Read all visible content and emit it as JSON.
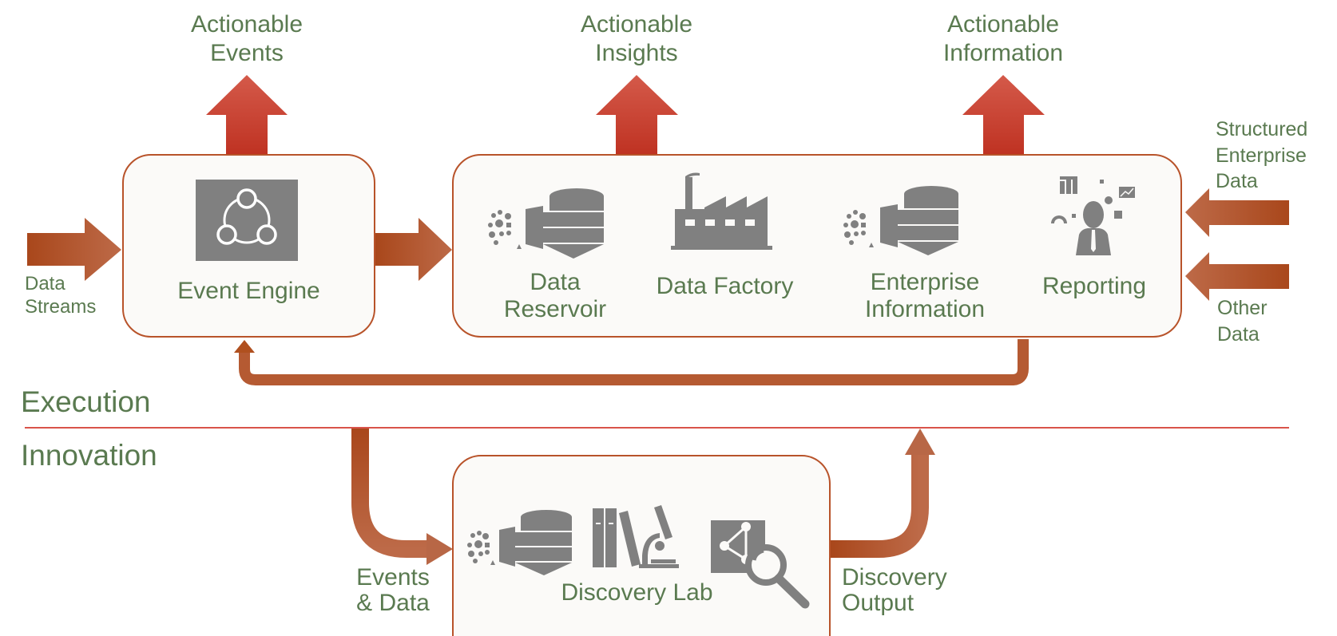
{
  "outputs": {
    "events": {
      "line1": "Actionable",
      "line2": "Events"
    },
    "insights": {
      "line1": "Actionable",
      "line2": "Insights"
    },
    "information": {
      "line1": "Actionable",
      "line2": "Information"
    }
  },
  "inputs": {
    "data_streams": {
      "line1": "Data",
      "line2": "Streams"
    },
    "structured": {
      "line1": "Structured",
      "line2": "Enterprise",
      "line3": "Data"
    },
    "other": {
      "line1": "Other",
      "line2": "Data"
    }
  },
  "components": {
    "event_engine": "Event Engine",
    "data_reservoir": {
      "line1": "Data",
      "line2": "Reservoir"
    },
    "data_factory": "Data Factory",
    "enterprise_information": {
      "line1": "Enterprise",
      "line2": "Information"
    },
    "reporting": "Reporting",
    "discovery_lab": "Discovery Lab"
  },
  "sections": {
    "execution": "Execution",
    "innovation": "Innovation"
  },
  "flows": {
    "events_data": {
      "line1": "Events",
      "line2": "& Data"
    },
    "discovery_output": {
      "line1": "Discovery",
      "line2": "Output"
    }
  },
  "icons": [
    "event-engine-icon",
    "data-reservoir-icon",
    "factory-icon",
    "enterprise-db-icon",
    "reporting-person-icon",
    "books-microscope-icon",
    "graph-search-icon"
  ],
  "colors": {
    "label_green": "#5a7a50",
    "output_arrow_red": "#c9392a",
    "flow_arrow_orange": "#b0501f",
    "box_border": "#b8532a",
    "icon_gray": "#808080",
    "divider": "#d9534a"
  }
}
